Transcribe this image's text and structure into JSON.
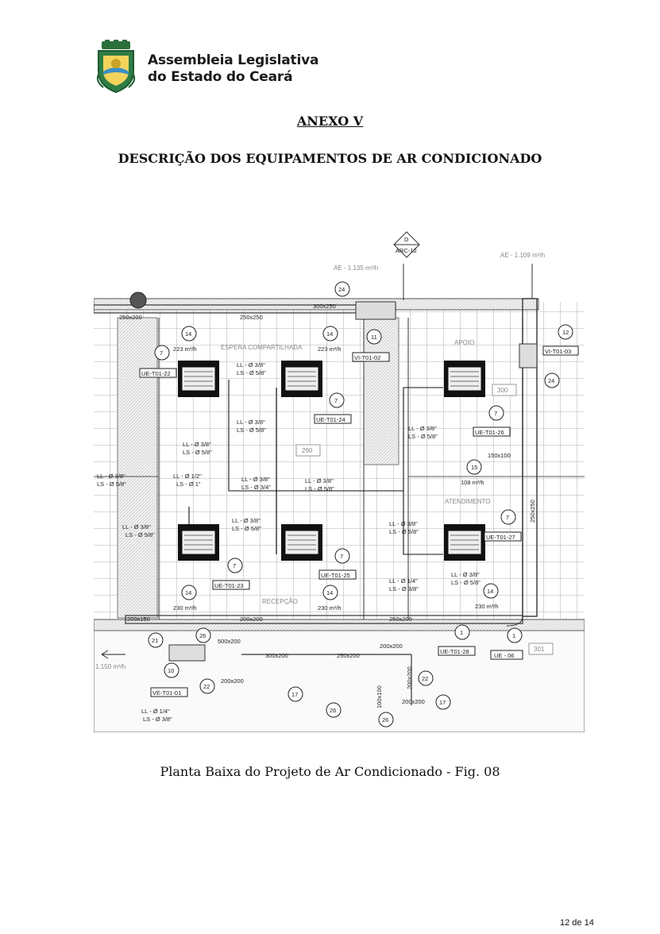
{
  "header": {
    "org_line1": "Assembleia Legislativa",
    "org_line2": "do Estado do Ceará"
  },
  "anexo": "ANEXO V",
  "titulo": "DESCRIÇÃO DOS EQUIPAMENTOS DE AR CONDICIONADO",
  "caption": "Planta Baixa do Projeto de Ar Condicionado - Fig. 08",
  "page_number": "12 de 14",
  "plan": {
    "top_labels": {
      "d": "D",
      "arc": "ARC-12",
      "ae_left": "AE - 1.135 m³/h",
      "ae_right": "AE - 1.109 m³/h"
    },
    "rooms": {
      "espera": "ESPERA COMPARTILHADA",
      "apoio": "APOIO",
      "atendimento": "ATENDIMENTO",
      "recepcao": "RECEPÇÃO",
      "room_290": "290",
      "room_300": "300",
      "room_301": "301"
    },
    "ducts": {
      "d250a": "250x200",
      "d250b": "250x250",
      "d300a": "300x250",
      "d150": "150x100",
      "d250v": "250x250",
      "d200a": "200x150",
      "d200b": "200x200",
      "d250c": "250x200",
      "d500": "500x200",
      "d300b": "300x200",
      "d250d": "250x200",
      "d200c": "200x200",
      "d200d": "200x200",
      "d200v": "200x200",
      "d200e": "200x200",
      "d100": "100x100"
    },
    "flows": {
      "f1": "223 m³/h",
      "f2": "223 m³/h",
      "f3": "108 m³/h",
      "f4": "230 m³/h",
      "f5": "230 m³/h",
      "f6": "230 m³/h",
      "f7": "1.150 m³/h"
    },
    "units": {
      "ue22": "UE-T01-22",
      "ue24": "UE-T01-24",
      "ue26": "UE-T01-26",
      "ue27": "UE-T01-27",
      "ue25": "UE-T01-25",
      "ue23": "UE-T01-23",
      "vi02": "VI-T01-02",
      "vi03": "VI-T01-03",
      "ue28": "UE-T01-28",
      "ue06": "UE - 06",
      "ve01": "VE-T01-01"
    },
    "pipes": {
      "ll38": "LL - Ø 3/8\"",
      "ls58": "LS - Ø 5/8\"",
      "ll12": "LL - Ø 1/2\"",
      "ls1": "LS - Ø 1\"",
      "ls34": "LS - Ø 3/4\"",
      "ll14": "LL - Ø 1/4\"",
      "ls38": "LS - Ø 3/8\""
    },
    "markers": {
      "m1": "1",
      "m7": "7",
      "m10": "10",
      "m11": "11",
      "m12": "12",
      "m14": "14",
      "m15": "15",
      "m17": "17",
      "m21": "21",
      "m22": "22",
      "m24": "24",
      "m26": "26"
    }
  }
}
